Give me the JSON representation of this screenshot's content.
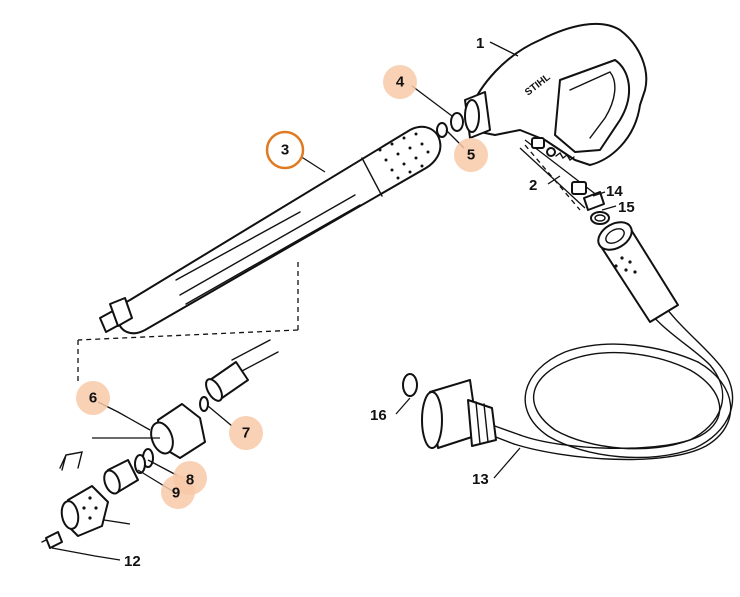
{
  "brand_mark": "STIHL",
  "highlight_color": "#f8c9a8",
  "selected_ring_color": "#e07a21",
  "callouts": {
    "c1": "1",
    "c2": "2",
    "c3": "3",
    "c4": "4",
    "c5": "5",
    "c6": "6",
    "c7": "7",
    "c8": "8",
    "c9": "9",
    "c12": "12",
    "c13": "13",
    "c14": "14",
    "c15": "15",
    "c16": "16"
  },
  "selected_callout": "3",
  "highlighted_callouts": [
    "3",
    "4",
    "5",
    "6",
    "7",
    "8",
    "9"
  ]
}
